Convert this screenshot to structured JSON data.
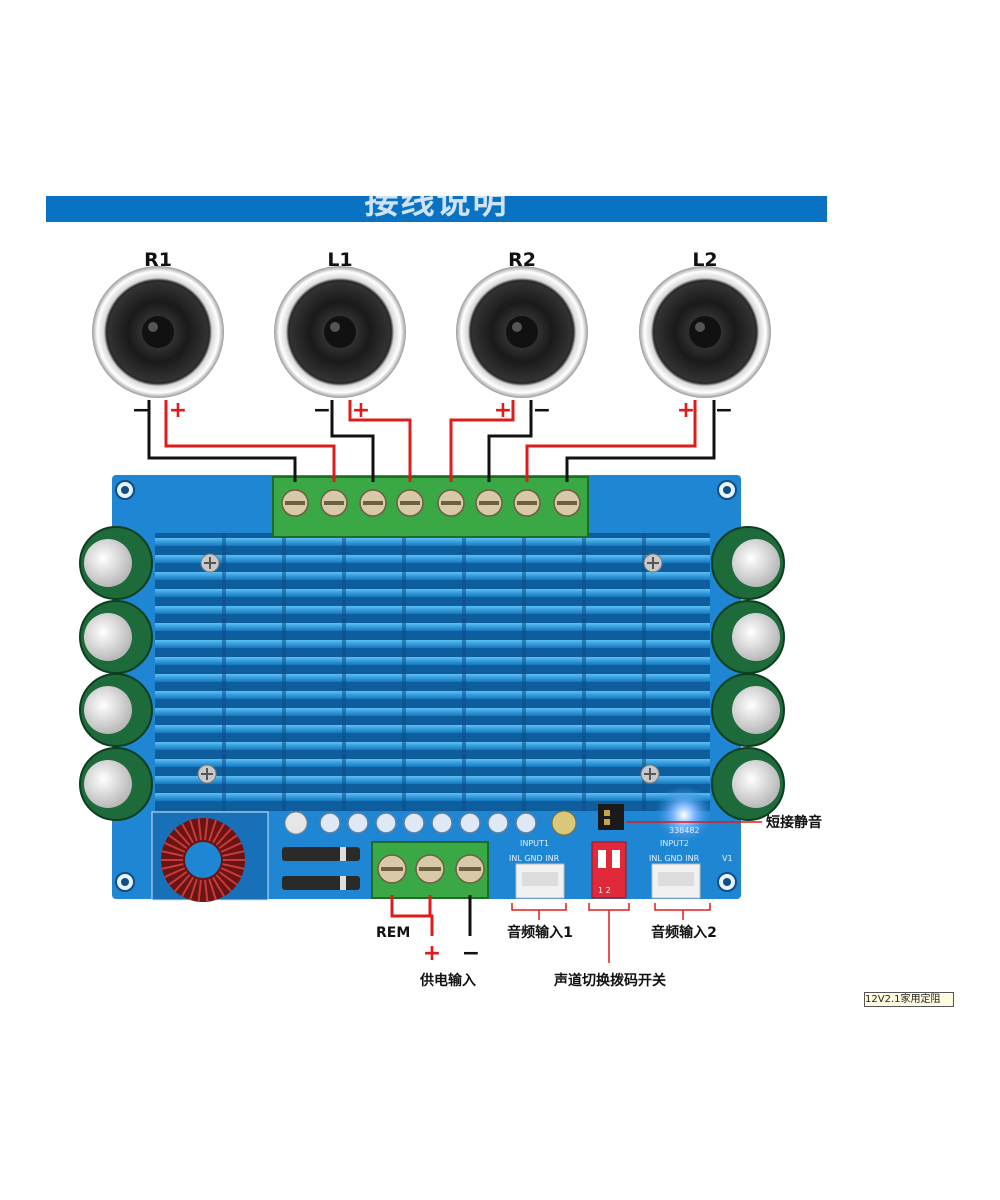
{
  "banner": {
    "title": "接线说明",
    "color": "#0a72c3"
  },
  "speakers": [
    {
      "label": "R1",
      "minus": "−",
      "plus": "+"
    },
    {
      "label": "L1",
      "minus": "−",
      "plus": "+"
    },
    {
      "label": "R2",
      "plus": "+",
      "minus": "−"
    },
    {
      "label": "L2",
      "plus": "+",
      "minus": "−"
    }
  ],
  "board": {
    "input1_silk": "INPUT1",
    "input2_silk": "INPUT2",
    "pins_silk": "INL GND INR",
    "dip_numbers": "1 2",
    "v1_silk": "V1",
    "code_silk": "338482",
    "colors": {
      "pcb": "#1f86d4",
      "heatsink": "#2b9be0",
      "terminal": "#3aa845",
      "wire_pos": "#e01b1b",
      "wire_neg": "#111111"
    }
  },
  "annotations": {
    "mute": "短接静音",
    "rem": "REM",
    "plus": "+",
    "minus": "−",
    "power_input": "供电输入",
    "audio_input1": "音频输入1",
    "audio_input2": "音频输入2",
    "dip_switch": "声道切换拨码开关"
  },
  "corner_note": "12V2.1家用定阻"
}
